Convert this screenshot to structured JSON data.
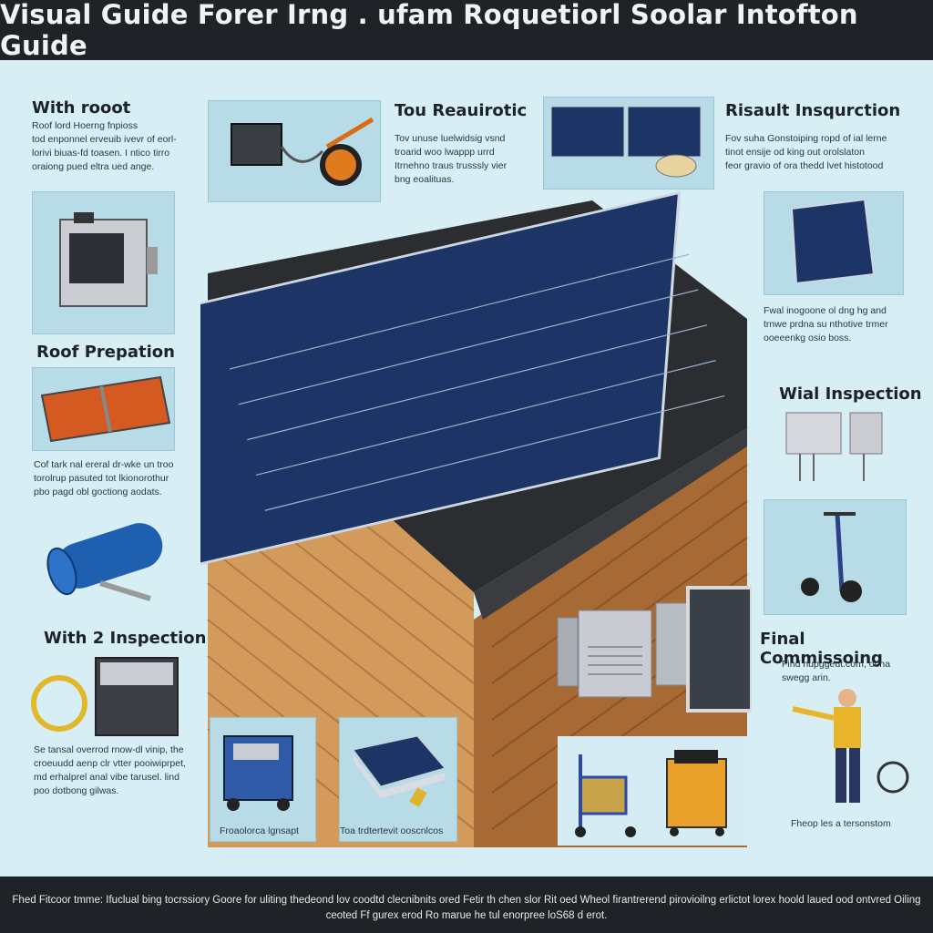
{
  "title": "Visual Guide Forer Irng . ufam Roquetiorl Soolar Intofton Guide",
  "sections": {
    "with_root": {
      "heading": "With rooot",
      "text": [
        "Roof lord Hoerng fnpioss",
        "tod enponnel erveuib ivevr of eorl-",
        "lorivi biuas-fd toasen. I ntico tirro",
        "oraiong pued eltra ued ange."
      ]
    },
    "tou_requirotic": {
      "heading": "Tou Reauirotic",
      "text": [
        "Tov unuse luelwidsig vsnd",
        "troarid woo lwappp urrd",
        "Itrnehno traus trusssly vier",
        "bng eoalituas."
      ]
    },
    "risault_insqurction": {
      "heading": "Risault Insqurction",
      "text": [
        "Fov suha Gonstoiping ropd of ial lerne",
        "tinot ensije od king out orolslaton",
        "feor gravio of ora thedd lvet histotood"
      ]
    },
    "roof_prepation": {
      "heading": "Roof Prepation",
      "text": [
        "Cof tark nal ereral dr-wke un troo",
        "torolrup pasuted tot lkionorothur",
        "pbo pagd obl goctiong aodats."
      ]
    },
    "right_panel_text": [
      "Fwal inogoone ol dng hg and",
      "trnwe prdna su nthotive trmer",
      "ooeeenkg osio boss."
    ],
    "wial_inspection": {
      "heading": "Wial Inspection"
    },
    "with2_inspection": {
      "heading": "With 2 Inspection",
      "text": [
        "Se tansal overrod rnow-dl vinip, the",
        "croeuudd aenp clr vtter pooiwiprpet,",
        "md erhalprel anal vibe tarusel. lind",
        "poo dotbong gilwas."
      ]
    },
    "final_commissoing": {
      "heading": "Final Commissoing",
      "text": [
        "Find hupggeut.com, ooha",
        "swegg arin."
      ],
      "caption": "Fheop les a tersonstom"
    },
    "bottom_captions": {
      "generator": "Froaolorca lgnsapt",
      "panels": "Toa trdtertevit ooscnlcos"
    }
  },
  "footer": {
    "line1": "Fhed Fitcoor tmme: Ifuclual bing tocrssiory Goore for uliting thedeond lov coodtd clecnibnits ored Fetir th chen slor Rit oed Wheol firantrerend pirovioilng erlictot lorex hoold laued ood ontvred Oiling",
    "line2": "ceoted Ff gurex erod Ro marue he tul enorpree loS68 d erot."
  },
  "colors": {
    "header_bg": "#1f2328",
    "background": "#d8eef5",
    "panel": "#b8dbe8",
    "solar_cell": "#1d3566",
    "siding": "#d09a5c",
    "roof": "#2a2c30"
  },
  "icons": [
    "meter-box-icon",
    "wheel-tool-icon",
    "solar-panels-icon",
    "inspection-monitor-icon",
    "roof-plate-icon",
    "pipe-roll-icon",
    "battery-generator-icon",
    "solar-single-panel-icon",
    "electrical-meter-icon",
    "hand-truck-icon",
    "blue-generator-icon",
    "panel-stack-icon",
    "cart-icon",
    "orange-box-icon",
    "worker-icon"
  ]
}
